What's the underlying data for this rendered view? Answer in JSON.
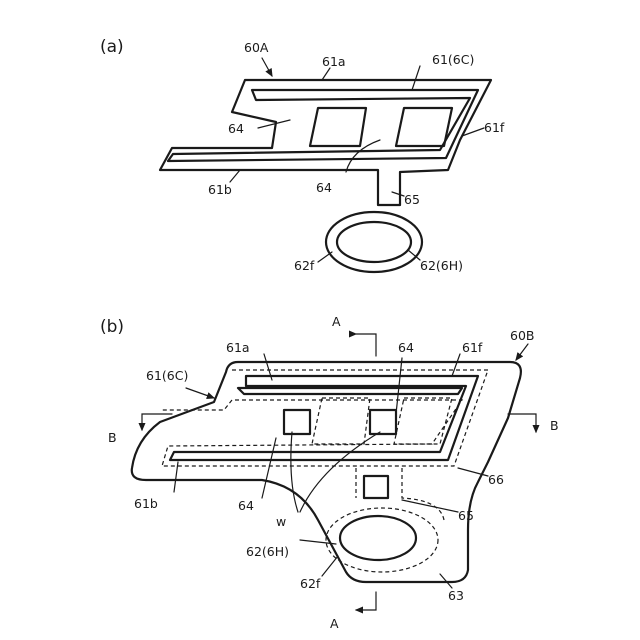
{
  "figure_a": {
    "panel_label": "(a)",
    "labels": {
      "assembly": "60A",
      "upper_edge": "61a",
      "coil": "61(6C)",
      "window_left": "64",
      "window_lower": "64",
      "right_edge": "61f",
      "lower_edge": "61b",
      "neck": "65",
      "ring_edge": "62f",
      "ring": "62(6H)"
    }
  },
  "figure_b": {
    "panel_label": "(b)",
    "labels": {
      "section_a_top": "A",
      "section_a_bottom": "A",
      "section_b_left": "B",
      "section_b_right": "B",
      "assembly": "60B",
      "upper_edge": "61a",
      "window": "64",
      "right_edge": "61f",
      "coil": "61(6C)",
      "lower_edge": "61b",
      "body": "66",
      "window_lower": "64",
      "neck": "65",
      "wire": "w",
      "ring": "62(6H)",
      "ring_edge": "62f",
      "base": "63"
    }
  }
}
